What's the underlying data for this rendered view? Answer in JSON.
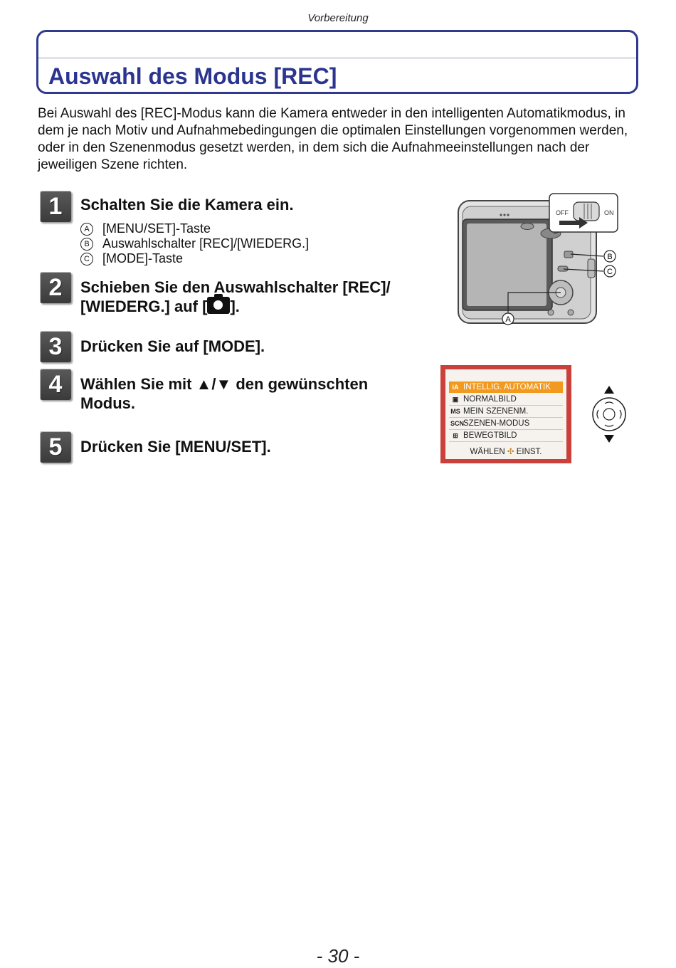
{
  "header": {
    "section": "Vorbereitung"
  },
  "title": "Auswahl des Modus [REC]",
  "intro": "Bei Auswahl des [REC]-Modus kann die Kamera entweder in den intelligenten Automatikmodus, in dem je nach Motiv und Aufnahmebedingungen die optimalen Einstellungen vorgenommen werden, oder in den Szenenmodus gesetzt werden, in dem sich die Aufnahmeeinstellungen nach der jeweiligen Szene richten.",
  "steps": [
    {
      "num": "1",
      "text": "Schalten Sie die Kamera ein.",
      "items": [
        {
          "mark": "A",
          "label": "[MENU/SET]-Taste"
        },
        {
          "mark": "B",
          "label": "Auswahlschalter [REC]/[WIEDERG.]"
        },
        {
          "mark": "C",
          "label": "[MODE]-Taste"
        }
      ]
    },
    {
      "num": "2",
      "text_line1": "Schieben Sie den Auswahlschalter [REC]/",
      "text_line2_a": "[WIEDERG.] auf [",
      "text_line2_b": "]."
    },
    {
      "num": "3",
      "text": "Drücken Sie auf [MODE]."
    },
    {
      "num": "4",
      "text_line1": "Wählen Sie mit ▲/▼ den gewünschten",
      "text_line2": "Modus."
    },
    {
      "num": "5",
      "text": "Drücken Sie [MENU/SET]."
    }
  ],
  "camera_diagram": {
    "switch_off": "OFF",
    "switch_on": "ON",
    "marks": [
      "A",
      "B",
      "C"
    ]
  },
  "menu_screen": {
    "rows": [
      {
        "icon": "iA",
        "label": "INTELLIG. AUTOMATIK",
        "selected": true
      },
      {
        "icon": "▣",
        "label": "NORMALBILD",
        "selected": false
      },
      {
        "icon": "MS",
        "label": "MEIN SZENENM.",
        "selected": false
      },
      {
        "icon": "SCN",
        "label": "SZENEN-MODUS",
        "selected": false
      },
      {
        "icon": "⊞",
        "label": "BEWEGTBILD",
        "selected": false
      }
    ],
    "footer_left": "WÄHLEN",
    "footer_right": "EINST."
  },
  "page_number": "- 30 -"
}
